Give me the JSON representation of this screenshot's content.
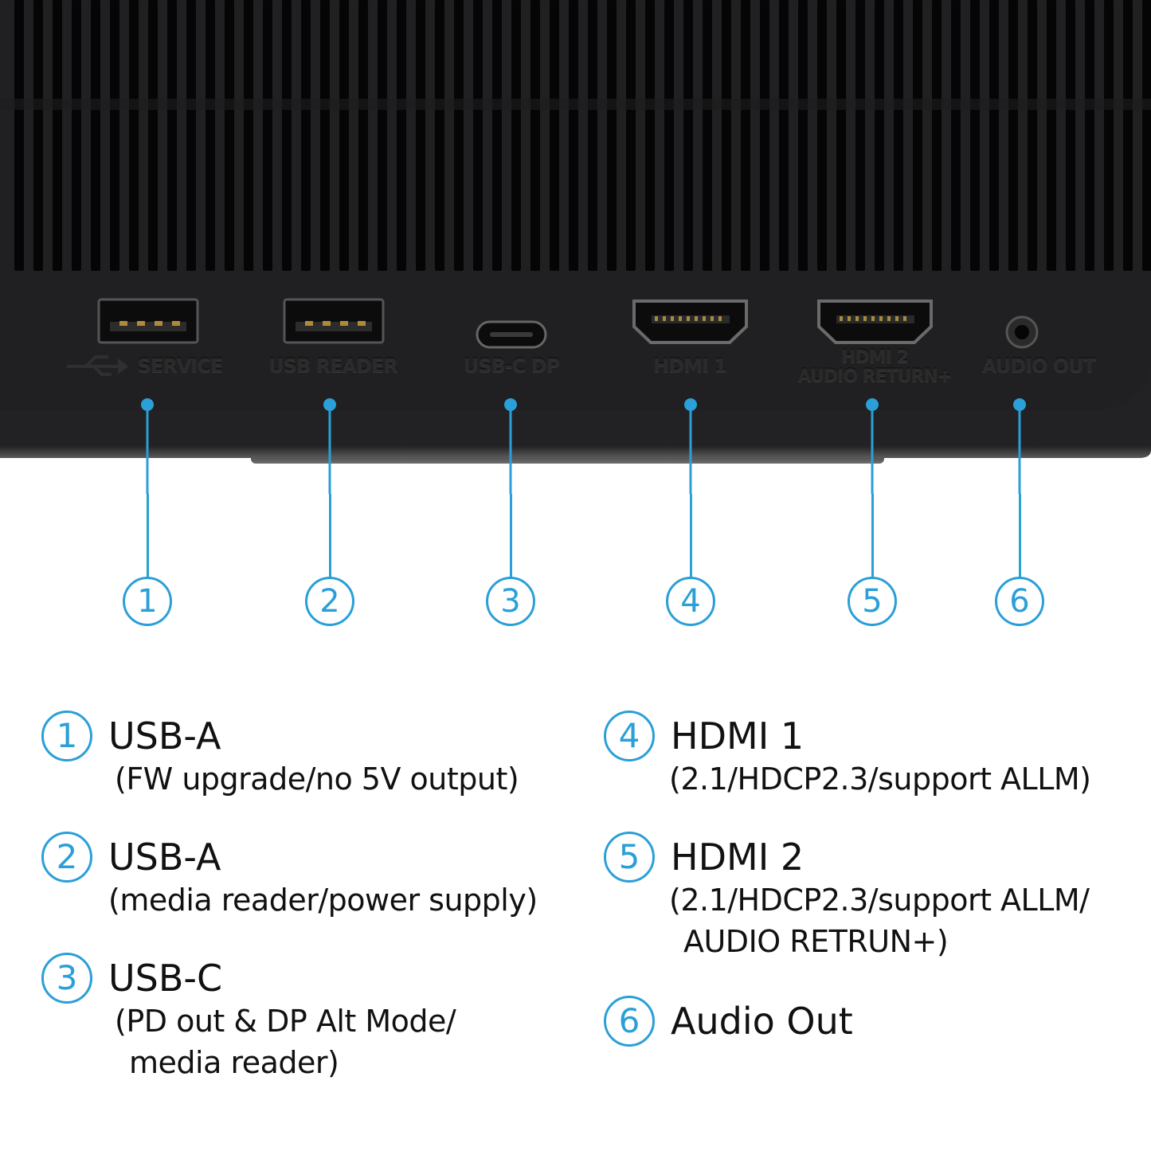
{
  "port_labels": {
    "service": "SERVICE",
    "usb_reader": "USB READER",
    "usbc_dp": "USB-C DP",
    "hdmi1": "HDMI 1",
    "hdmi2_line1": "HDMI 2",
    "hdmi2_line2": "AUDIO RETURN+",
    "audio_out": "AUDIO OUT"
  },
  "callouts": [
    "1",
    "2",
    "3",
    "4",
    "5",
    "6"
  ],
  "legend": {
    "item1": {
      "num": "1",
      "title": "USB-A",
      "desc1": "(FW upgrade/no 5V output)"
    },
    "item2": {
      "num": "2",
      "title": "USB-A",
      "desc1": "(media reader/power supply)"
    },
    "item3": {
      "num": "3",
      "title": "USB-C",
      "desc1": "(PD out & DP Alt Mode/",
      "desc2": "media reader)"
    },
    "item4": {
      "num": "4",
      "title": "HDMI 1",
      "desc1": "(2.1/HDCP2.3/support ALLM)"
    },
    "item5": {
      "num": "5",
      "title": "HDMI 2",
      "desc1": "(2.1/HDCP2.3/support ALLM/",
      "desc2": "AUDIO RETRUN+)"
    },
    "item6": {
      "num": "6",
      "title": "Audio Out"
    }
  },
  "colors": {
    "accent": "#2a9fd8",
    "device": "#1c1c1e",
    "text": "#111111"
  }
}
